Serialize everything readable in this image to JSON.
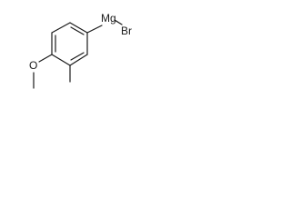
{
  "molecule": {
    "atoms": {
      "metal": "Mg",
      "halide": "Br",
      "oxygen": "O"
    }
  }
}
